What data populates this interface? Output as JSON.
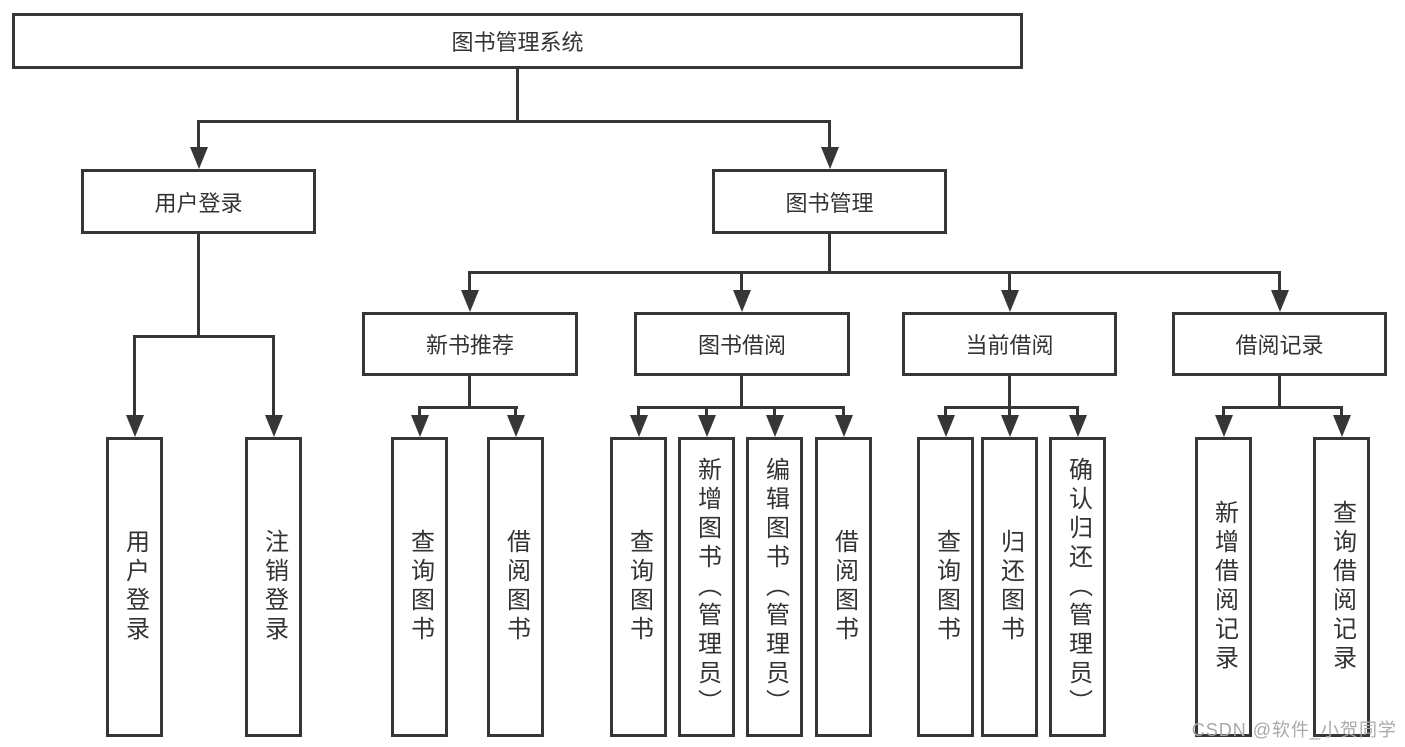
{
  "diagram": {
    "root": {
      "label": "图书管理系统"
    },
    "branches": [
      {
        "label": "用户登录",
        "children": [
          {
            "label": "用户登录"
          },
          {
            "label": "注销登录"
          }
        ]
      },
      {
        "label": "图书管理",
        "sections": [
          {
            "label": "新书推荐",
            "children": [
              {
                "label": "查询图书"
              },
              {
                "label": "借阅图书"
              }
            ]
          },
          {
            "label": "图书借阅",
            "children": [
              {
                "label": "查询图书"
              },
              {
                "label": "新增图书（管理员）"
              },
              {
                "label": "编辑图书（管理员）"
              },
              {
                "label": "借阅图书"
              }
            ]
          },
          {
            "label": "当前借阅",
            "children": [
              {
                "label": "查询图书"
              },
              {
                "label": "归还图书"
              },
              {
                "label": "确认归还（管理员）"
              }
            ]
          },
          {
            "label": "借阅记录",
            "children": [
              {
                "label": "新增借阅记录"
              },
              {
                "label": "查询借阅记录"
              }
            ]
          }
        ]
      }
    ]
  },
  "watermark": "CSDN @软件_小贺同学",
  "colors": {
    "line": "#363636",
    "text": "#333333",
    "watermark": "#a9a9a9",
    "background": "#ffffff"
  }
}
